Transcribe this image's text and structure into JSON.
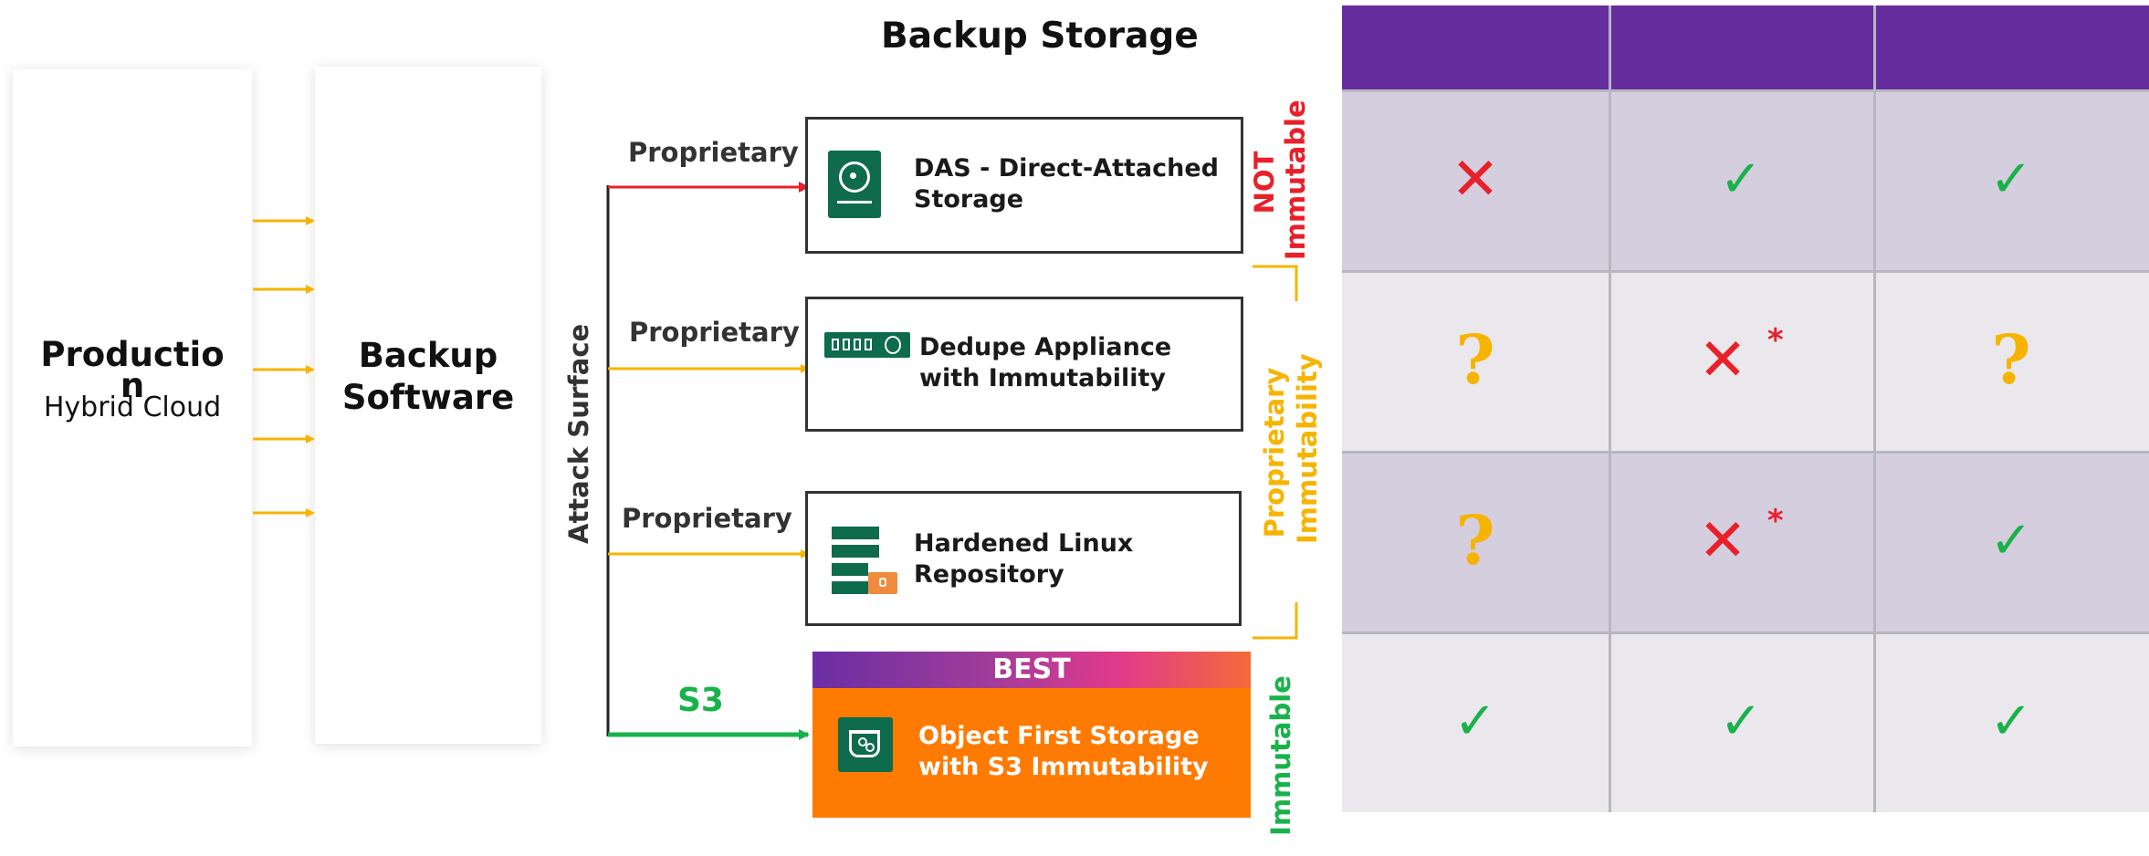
{
  "diagram": {
    "title": "Backup Storage",
    "production": {
      "title": "Productio\nn",
      "subtitle": "Hybrid Cloud"
    },
    "backup_software": {
      "title": "Backup\nSoftware"
    },
    "attack_surface_label": "Attack Surface",
    "storage": [
      {
        "connection": "Proprietary",
        "label": "DAS - Direct-Attached\nStorage",
        "icon": "disk-drive-icon",
        "line_color": "#e8202a"
      },
      {
        "connection": "Proprietary",
        "label": "Dedupe Appliance\nwith Immutability",
        "icon": "appliance-icon",
        "line_color": "#f6b400"
      },
      {
        "connection": "Proprietary",
        "label": "Hardened Linux\nRepository",
        "icon": "server-lock-icon",
        "line_color": "#f6b400"
      },
      {
        "connection": "S3",
        "label": "Object First Storage\nwith S3 Immutability",
        "icon": "bucket-icon",
        "line_color": "#19b24a",
        "badge": "BEST"
      }
    ],
    "side_labels": {
      "not_immutable": "NOT\nImmutable",
      "proprietary_immutability": "Proprietary\nImmutability",
      "immutable": "Immutable"
    },
    "colors": {
      "red": "#e8202a",
      "amber": "#f6b400",
      "green": "#19b24a",
      "orange": "#ff7a00",
      "purple": "#662d9e",
      "icon_green": "#0e6b4c"
    }
  },
  "table": {
    "header_color": "#662d9e",
    "rows": [
      [
        "x-mark",
        "check",
        "check"
      ],
      [
        "question",
        "x-mark-star",
        "question"
      ],
      [
        "question",
        "x-mark-star",
        "check"
      ],
      [
        "check",
        "check",
        "check"
      ]
    ],
    "row_colors": [
      "#d5cedf",
      "#eae8ed",
      "#d5cedf",
      "#eae8ed"
    ],
    "marks": {
      "x-mark": "✕",
      "check": "✓",
      "question": "?",
      "star": "*"
    }
  }
}
